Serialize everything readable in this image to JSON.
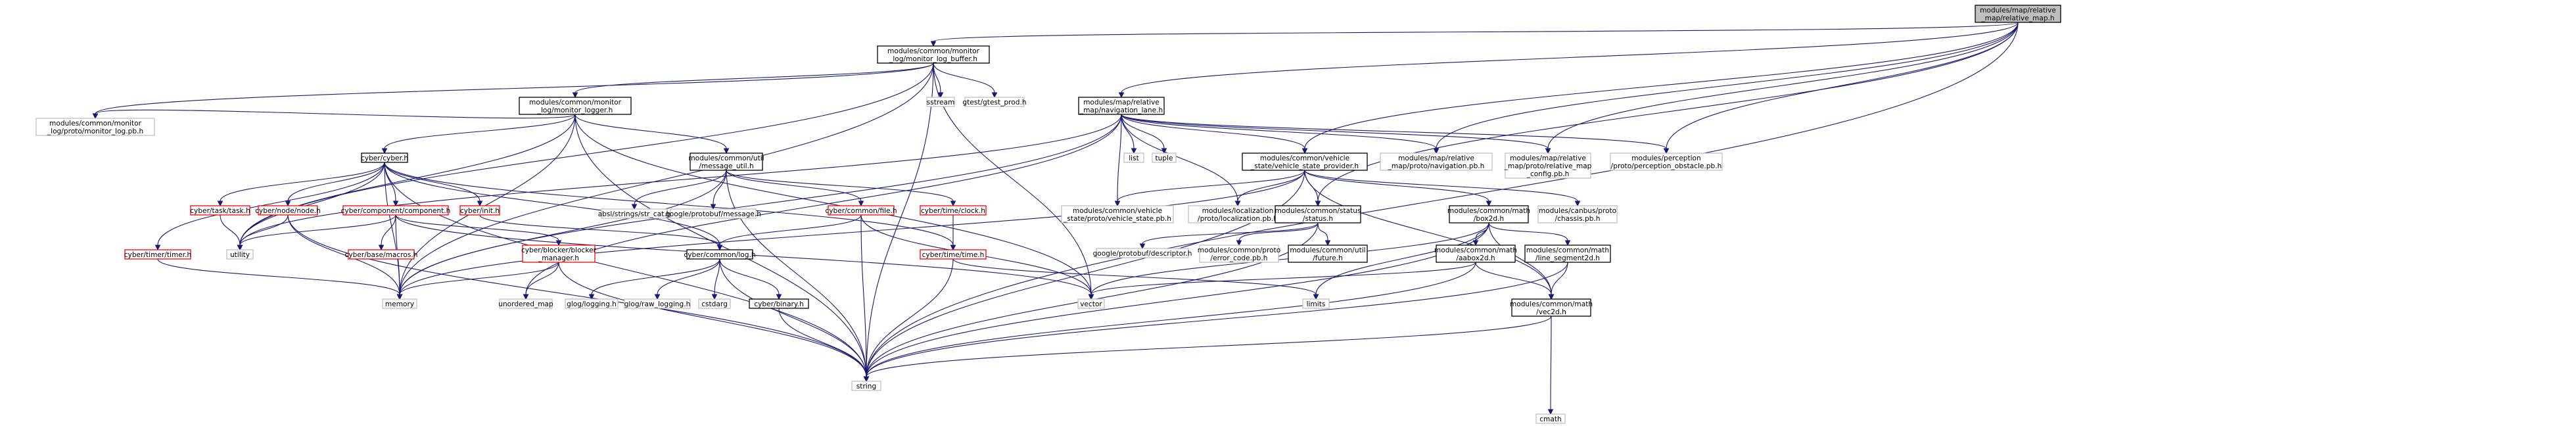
{
  "colors": {
    "edge": "#191970",
    "root_fill": "#bfbfbf",
    "border_default": "#000000",
    "border_red": "#ff0000",
    "border_gray": "#bfbfbf"
  },
  "nodes": [
    {
      "id": "root",
      "lines": [
        "modules/map/relative",
        "_map/relative_map.h"
      ],
      "style": "root"
    },
    {
      "id": "monitor_log_buffer",
      "lines": [
        "modules/common/monitor",
        "_log/monitor_log_buffer.h"
      ],
      "style": "black"
    },
    {
      "id": "navigation_lane",
      "lines": [
        "modules/map/relative",
        "_map/navigation_lane.h"
      ],
      "style": "black"
    },
    {
      "id": "monitor_logger",
      "lines": [
        "modules/common/monitor",
        "_log/monitor_logger.h"
      ],
      "style": "black"
    },
    {
      "id": "sstream",
      "lines": [
        "sstream"
      ],
      "style": "gray"
    },
    {
      "id": "gtest_prod",
      "lines": [
        "gtest/gtest_prod.h"
      ],
      "style": "gray"
    },
    {
      "id": "monitor_log_pb",
      "lines": [
        "modules/common/monitor",
        "_log/proto/monitor_log.pb.h"
      ],
      "style": "gray"
    },
    {
      "id": "cyber_h",
      "lines": [
        "cyber/cyber.h"
      ],
      "style": "black"
    },
    {
      "id": "message_util",
      "lines": [
        "modules/common/util",
        "/message_util.h"
      ],
      "style": "black"
    },
    {
      "id": "list",
      "lines": [
        "list"
      ],
      "style": "gray"
    },
    {
      "id": "tuple",
      "lines": [
        "tuple"
      ],
      "style": "gray"
    },
    {
      "id": "vehicle_state_provider",
      "lines": [
        "modules/common/vehicle",
        "_state/vehicle_state_provider.h"
      ],
      "style": "black"
    },
    {
      "id": "navigation_pb",
      "lines": [
        "modules/map/relative",
        "_map/proto/navigation.pb.h"
      ],
      "style": "gray"
    },
    {
      "id": "relative_map_config_pb",
      "lines": [
        "modules/map/relative",
        "_map/proto/relative_map",
        "_config.pb.h"
      ],
      "style": "gray"
    },
    {
      "id": "perception_obstacle_pb",
      "lines": [
        "modules/perception",
        "/proto/perception_obstacle.pb.h"
      ],
      "style": "gray"
    },
    {
      "id": "task_h",
      "lines": [
        "cyber/task/task.h"
      ],
      "style": "red"
    },
    {
      "id": "node_h",
      "lines": [
        "cyber/node/node.h"
      ],
      "style": "red"
    },
    {
      "id": "component_h",
      "lines": [
        "cyber/component/component.h"
      ],
      "style": "red"
    },
    {
      "id": "init_h",
      "lines": [
        "cyber/init.h"
      ],
      "style": "red"
    },
    {
      "id": "timer_h",
      "lines": [
        "cyber/timer/timer.h"
      ],
      "style": "red"
    },
    {
      "id": "str_cat",
      "lines": [
        "absl/strings/str_cat.h"
      ],
      "style": "gray"
    },
    {
      "id": "google_message",
      "lines": [
        "google/protobuf/message.h"
      ],
      "style": "gray"
    },
    {
      "id": "file_h",
      "lines": [
        "cyber/common/file.h"
      ],
      "style": "red"
    },
    {
      "id": "clock_h",
      "lines": [
        "cyber/time/clock.h"
      ],
      "style": "red"
    },
    {
      "id": "vehicle_state_pb",
      "lines": [
        "modules/common/vehicle",
        "_state/proto/vehicle_state.pb.h"
      ],
      "style": "gray"
    },
    {
      "id": "localization_pb",
      "lines": [
        "modules/localization",
        "/proto/localization.pb.h"
      ],
      "style": "gray"
    },
    {
      "id": "status_h",
      "lines": [
        "modules/common/status",
        "/status.h"
      ],
      "style": "black"
    },
    {
      "id": "box2d",
      "lines": [
        "modules/common/math",
        "/box2d.h"
      ],
      "style": "black"
    },
    {
      "id": "chassis_pb",
      "lines": [
        "modules/canbus/proto",
        "/chassis.pb.h"
      ],
      "style": "gray"
    },
    {
      "id": "utility",
      "lines": [
        "utility"
      ],
      "style": "gray"
    },
    {
      "id": "macros_h",
      "lines": [
        "cyber/base/macros.h"
      ],
      "style": "red"
    },
    {
      "id": "blocker_manager",
      "lines": [
        "cyber/blocker/blocker",
        "_manager.h"
      ],
      "style": "red"
    },
    {
      "id": "log_h",
      "lines": [
        "cyber/common/log.h"
      ],
      "style": "black"
    },
    {
      "id": "time_h",
      "lines": [
        "cyber/time/time.h"
      ],
      "style": "red"
    },
    {
      "id": "descriptor_h",
      "lines": [
        "google/protobuf/descriptor.h"
      ],
      "style": "gray"
    },
    {
      "id": "error_code_pb",
      "lines": [
        "modules/common/proto",
        "/error_code.pb.h"
      ],
      "style": "gray"
    },
    {
      "id": "future_h",
      "lines": [
        "modules/common/util",
        "/future.h"
      ],
      "style": "black"
    },
    {
      "id": "aabox2d",
      "lines": [
        "modules/common/math",
        "/aabox2d.h"
      ],
      "style": "black"
    },
    {
      "id": "line_segment2d",
      "lines": [
        "modules/common/math",
        "/line_segment2d.h"
      ],
      "style": "black"
    },
    {
      "id": "memory",
      "lines": [
        "memory"
      ],
      "style": "gray"
    },
    {
      "id": "unordered_map",
      "lines": [
        "unordered_map"
      ],
      "style": "gray"
    },
    {
      "id": "glog_logging",
      "lines": [
        "glog/logging.h"
      ],
      "style": "gray"
    },
    {
      "id": "glog_raw_logging",
      "lines": [
        "glog/raw_logging.h"
      ],
      "style": "gray"
    },
    {
      "id": "cstdarg",
      "lines": [
        "cstdarg"
      ],
      "style": "gray"
    },
    {
      "id": "binary_h",
      "lines": [
        "cyber/binary.h"
      ],
      "style": "black"
    },
    {
      "id": "vector",
      "lines": [
        "vector"
      ],
      "style": "gray"
    },
    {
      "id": "limits",
      "lines": [
        "limits"
      ],
      "style": "gray"
    },
    {
      "id": "vec2d",
      "lines": [
        "modules/common/math",
        "/vec2d.h"
      ],
      "style": "black"
    },
    {
      "id": "string",
      "lines": [
        "string"
      ],
      "style": "gray"
    },
    {
      "id": "cmath",
      "lines": [
        "cmath"
      ],
      "style": "gray"
    }
  ],
  "edges": [
    [
      "root",
      "monitor_log_buffer"
    ],
    [
      "root",
      "navigation_lane"
    ],
    [
      "root",
      "vehicle_state_provider"
    ],
    [
      "root",
      "navigation_pb"
    ],
    [
      "root",
      "relative_map_config_pb"
    ],
    [
      "root",
      "perception_obstacle_pb"
    ],
    [
      "root",
      "status_h"
    ],
    [
      "root",
      "string"
    ],
    [
      "monitor_log_buffer",
      "monitor_logger"
    ],
    [
      "monitor_log_buffer",
      "sstream"
    ],
    [
      "monitor_log_buffer",
      "gtest_prod"
    ],
    [
      "monitor_log_buffer",
      "monitor_log_pb"
    ],
    [
      "monitor_log_buffer",
      "utility"
    ],
    [
      "monitor_log_buffer",
      "memory"
    ],
    [
      "monitor_log_buffer",
      "vector"
    ],
    [
      "monitor_log_buffer",
      "string"
    ],
    [
      "monitor_logger",
      "monitor_log_pb"
    ],
    [
      "monitor_logger",
      "cyber_h"
    ],
    [
      "monitor_logger",
      "message_util"
    ],
    [
      "monitor_logger",
      "utility"
    ],
    [
      "monitor_logger",
      "memory"
    ],
    [
      "monitor_logger",
      "vector"
    ],
    [
      "monitor_logger",
      "string"
    ],
    [
      "navigation_lane",
      "list"
    ],
    [
      "navigation_lane",
      "tuple"
    ],
    [
      "navigation_lane",
      "vehicle_state_provider"
    ],
    [
      "navigation_lane",
      "navigation_pb"
    ],
    [
      "navigation_lane",
      "relative_map_config_pb"
    ],
    [
      "navigation_lane",
      "perception_obstacle_pb"
    ],
    [
      "navigation_lane",
      "vehicle_state_pb"
    ],
    [
      "navigation_lane",
      "localization_pb"
    ],
    [
      "navigation_lane",
      "memory"
    ],
    [
      "navigation_lane",
      "unordered_map"
    ],
    [
      "navigation_lane",
      "utility"
    ],
    [
      "vehicle_state_provider",
      "vehicle_state_pb"
    ],
    [
      "vehicle_state_provider",
      "localization_pb"
    ],
    [
      "vehicle_state_provider",
      "status_h"
    ],
    [
      "vehicle_state_provider",
      "box2d"
    ],
    [
      "vehicle_state_provider",
      "chassis_pb"
    ],
    [
      "vehicle_state_provider",
      "vec2d"
    ],
    [
      "vehicle_state_provider",
      "memory"
    ],
    [
      "vehicle_state_provider",
      "string"
    ],
    [
      "cyber_h",
      "task_h"
    ],
    [
      "cyber_h",
      "node_h"
    ],
    [
      "cyber_h",
      "component_h"
    ],
    [
      "cyber_h",
      "init_h"
    ],
    [
      "cyber_h",
      "timer_h"
    ],
    [
      "cyber_h",
      "time_h"
    ],
    [
      "cyber_h",
      "log_h"
    ],
    [
      "cyber_h",
      "utility"
    ],
    [
      "cyber_h",
      "memory"
    ],
    [
      "cyber_h",
      "string"
    ],
    [
      "message_util",
      "str_cat"
    ],
    [
      "message_util",
      "google_message"
    ],
    [
      "message_util",
      "file_h"
    ],
    [
      "message_util",
      "clock_h"
    ],
    [
      "message_util",
      "memory"
    ],
    [
      "message_util",
      "string"
    ],
    [
      "task_h",
      "utility"
    ],
    [
      "node_h",
      "utility"
    ],
    [
      "node_h",
      "memory"
    ],
    [
      "node_h",
      "string"
    ],
    [
      "component_h",
      "macros_h"
    ],
    [
      "component_h",
      "blocker_manager"
    ],
    [
      "component_h",
      "utility"
    ],
    [
      "component_h",
      "memory"
    ],
    [
      "component_h",
      "vector"
    ],
    [
      "init_h",
      "log_h"
    ],
    [
      "timer_h",
      "memory"
    ],
    [
      "file_h",
      "log_h"
    ],
    [
      "file_h",
      "string"
    ],
    [
      "file_h",
      "vector"
    ],
    [
      "clock_h",
      "time_h"
    ],
    [
      "time_h",
      "limits"
    ],
    [
      "time_h",
      "string"
    ],
    [
      "blocker_manager",
      "memory"
    ],
    [
      "blocker_manager",
      "string"
    ],
    [
      "blocker_manager",
      "unordered_map"
    ],
    [
      "log_h",
      "glog_logging"
    ],
    [
      "log_h",
      "glog_raw_logging"
    ],
    [
      "log_h",
      "cstdarg"
    ],
    [
      "log_h",
      "binary_h"
    ],
    [
      "log_h",
      "string"
    ],
    [
      "binary_h",
      "string"
    ],
    [
      "status_h",
      "descriptor_h"
    ],
    [
      "status_h",
      "error_code_pb"
    ],
    [
      "status_h",
      "future_h"
    ],
    [
      "status_h",
      "string"
    ],
    [
      "box2d",
      "aabox2d"
    ],
    [
      "box2d",
      "line_segment2d"
    ],
    [
      "box2d",
      "vec2d"
    ],
    [
      "box2d",
      "limits"
    ],
    [
      "box2d",
      "string"
    ],
    [
      "box2d",
      "vector"
    ],
    [
      "aabox2d",
      "vec2d"
    ],
    [
      "aabox2d",
      "vector"
    ],
    [
      "aabox2d",
      "string"
    ],
    [
      "line_segment2d",
      "vec2d"
    ],
    [
      "line_segment2d",
      "string"
    ],
    [
      "vec2d",
      "cmath"
    ],
    [
      "vec2d",
      "string"
    ]
  ]
}
